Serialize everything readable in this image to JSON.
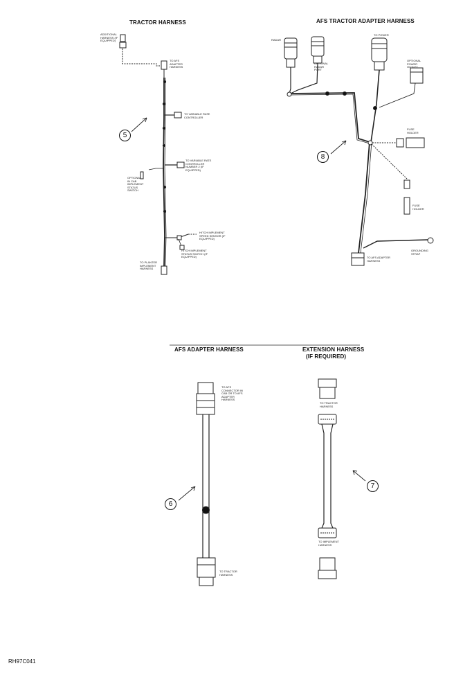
{
  "figure_id": "RH97C041",
  "tractor_harness": {
    "title": "TRACTOR HARNESS",
    "callout": "5",
    "labels": {
      "additional": "ADDITIONAL HARNESS (IF EQUIPPED)",
      "to_afs_adapter": "TO AFS ADAPTER HARNESS",
      "to_vrc": "TO VARIABLE RATE CONTROLLER",
      "to_vrc2": "TO VARIABLE RATE CONTROLLER NUMBER 2 (IF EQUIPPED)",
      "optional_switch": "OPTIONAL IN CAB IMPLEMENT STATUS SWITCH",
      "hitch_sensor": "HITCH IMPLEMENT SPEED SENSOR (IF EQUIPPED)",
      "hitch_status": "HITCH IMPLEMENT STATUS SWITCH (IF EQUIPPED)",
      "to_planter": "TO PLANTER IMPLEMENT HARNESS"
    }
  },
  "afs_tractor_adapter": {
    "title": "AFS TRACTOR ADAPTER HARNESS",
    "callout": "8",
    "labels": {
      "radar": "RADAR",
      "optional_radar_port": "OPTIONAL RADAR PORT",
      "to_power": "TO POWER",
      "optional_power_outlet": "OPTIONAL POWER OUTLET",
      "fuse_holder_top": "FUSE HOLDER",
      "fuse_holder_bottom": "FUSE HOLDER",
      "ground_strap": "GROUNDING STRAP",
      "to_afs_adapter": "TO AFS ADAPTER HARNESS"
    }
  },
  "afs_adapter": {
    "title": "AFS ADAPTER HARNESS",
    "callout": "6",
    "labels": {
      "top": "TO AFS CONNECTOR IN CAB OR TO AFS ADAPTER HARNESS",
      "bottom": "TO TRACTOR HARNESS"
    }
  },
  "extension": {
    "title": "EXTENSION HARNESS",
    "subtitle": "(IF REQUIRED)",
    "callout": "7",
    "labels": {
      "top": "TO TRACTOR HARNESS",
      "bottom": "TO IMPLEMENT HARNESS"
    }
  }
}
